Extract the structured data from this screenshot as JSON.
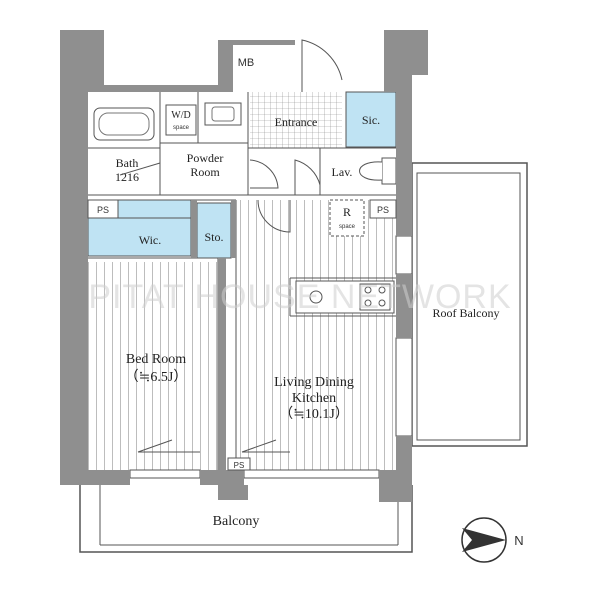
{
  "rooms": {
    "mb": "MB",
    "wd": "W/D",
    "wd_sub": "space",
    "entrance": "Entrance",
    "sic": "Sic.",
    "bath": "Bath",
    "bath_size": "1216",
    "powder": "Powder",
    "powder_2": "Room",
    "lav": "Lav.",
    "ps_1": "PS",
    "ps_2": "PS",
    "ps_3": "PS",
    "r": "R",
    "r_sub": "space",
    "wic": "Wic.",
    "sto": "Sto.",
    "bed": "Bed Room",
    "bed_size": "（≒6.5J）",
    "ldk_1": "Living Dining",
    "ldk_2": "Kitchen",
    "ldk_size": "（≒10.1J）",
    "roof": "Roof Balcony",
    "balcony": "Balcony"
  },
  "compass": {
    "label": "N"
  },
  "watermark": "PITAT HOUSE NETWORK",
  "colors": {
    "wall": "#8f8f8f",
    "storage": "#bfe3f3",
    "line": "#555555"
  }
}
